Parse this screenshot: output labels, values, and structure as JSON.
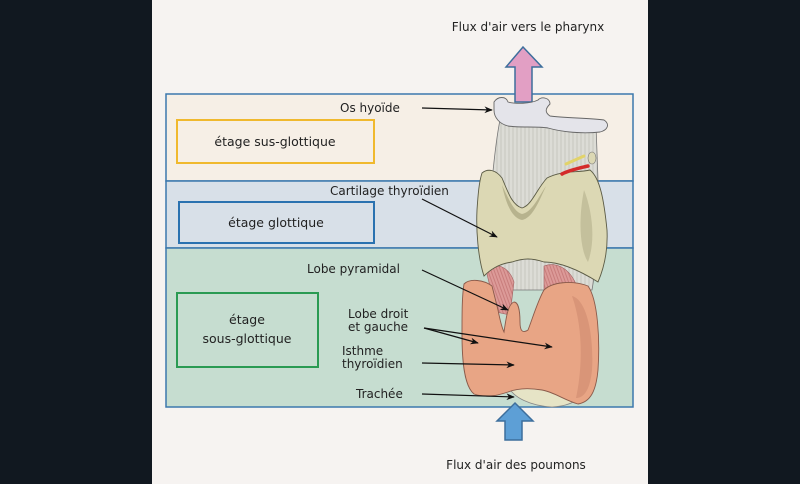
{
  "diagram": {
    "top_caption": "Flux d'air vers le pharynx",
    "bottom_caption": "Flux d'air des poumons",
    "zones": [
      {
        "name": "sus-glottique",
        "label_lines": [
          "étage sus-glottique"
        ],
        "band_color": "#f6efe6",
        "box_color": "#f0b92e"
      },
      {
        "name": "glottique",
        "label_lines": [
          "étage glottique"
        ],
        "band_color": "#d8e0e8",
        "box_color": "#2a72b0"
      },
      {
        "name": "sous-glottique",
        "label_lines": [
          "étage",
          "sous-glottique"
        ],
        "band_color": "#c6ddd0",
        "box_color": "#2a9a52"
      }
    ],
    "frame_color": "#3b78ad",
    "arrows": {
      "up_color": "#e29fc4",
      "down_color": "#5d9fd6",
      "outline_color": "#3d6e9c"
    },
    "annotations": {
      "os_hyoide": "Os hyoïde",
      "cartilage": "Cartilage thyroïdien",
      "lobe_pyramidal": "Lobe pyramidal",
      "lobe_lr_1": "Lobe droit",
      "lobe_lr_2": "et gauche",
      "isthme_1": "Isthme",
      "isthme_2": "thyroïdien",
      "trachee": "Trachée"
    },
    "tissue_colors": {
      "hyoid": "#e4e4ea",
      "ligament": "#d9d9d3",
      "cartilage": "#dcd8b4",
      "thyroid": "#e8a585",
      "muscle": "#d99090",
      "nerve_yellow": "#e2d36a",
      "artery_red": "#d42a2a"
    }
  }
}
